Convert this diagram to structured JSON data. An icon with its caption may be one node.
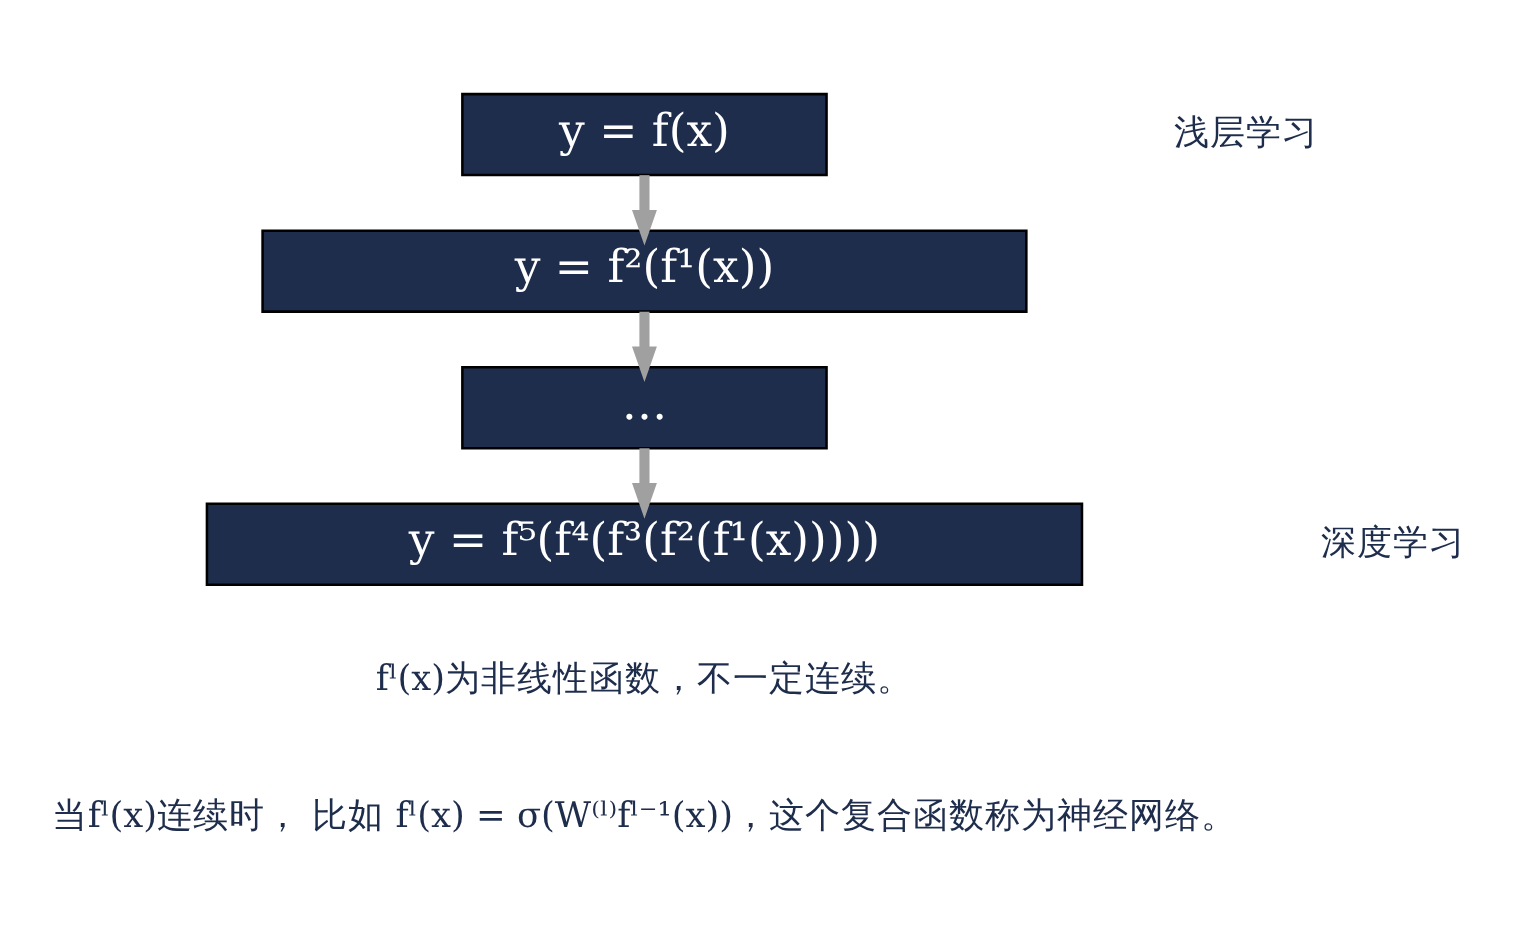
{
  "diagram": {
    "nodes": [
      {
        "text": [
          "y = f(x)"
        ]
      },
      {
        "text": [
          "y = f²(f¹(x))"
        ]
      },
      {
        "text": [
          "…"
        ]
      },
      {
        "text": [
          "y = f⁵(f⁴(f³(f²(f¹(x)))))"
        ]
      }
    ],
    "edges": [
      {
        "from": 0,
        "to": 1,
        "arrow": "to"
      },
      {
        "from": 1,
        "to": 2,
        "arrow": "to"
      },
      {
        "from": 2,
        "to": 3,
        "arrow": "to"
      }
    ],
    "labels": [
      "浅层学习",
      "深度学习",
      "fˡ(x)为非线性函数，不一定连续。",
      "当fˡ(x)连续时， 比如 fˡ(x) = σ(W⁽ˡ⁾fˡ⁻¹(x))，这个复合函数称为神经网络。"
    ]
  }
}
